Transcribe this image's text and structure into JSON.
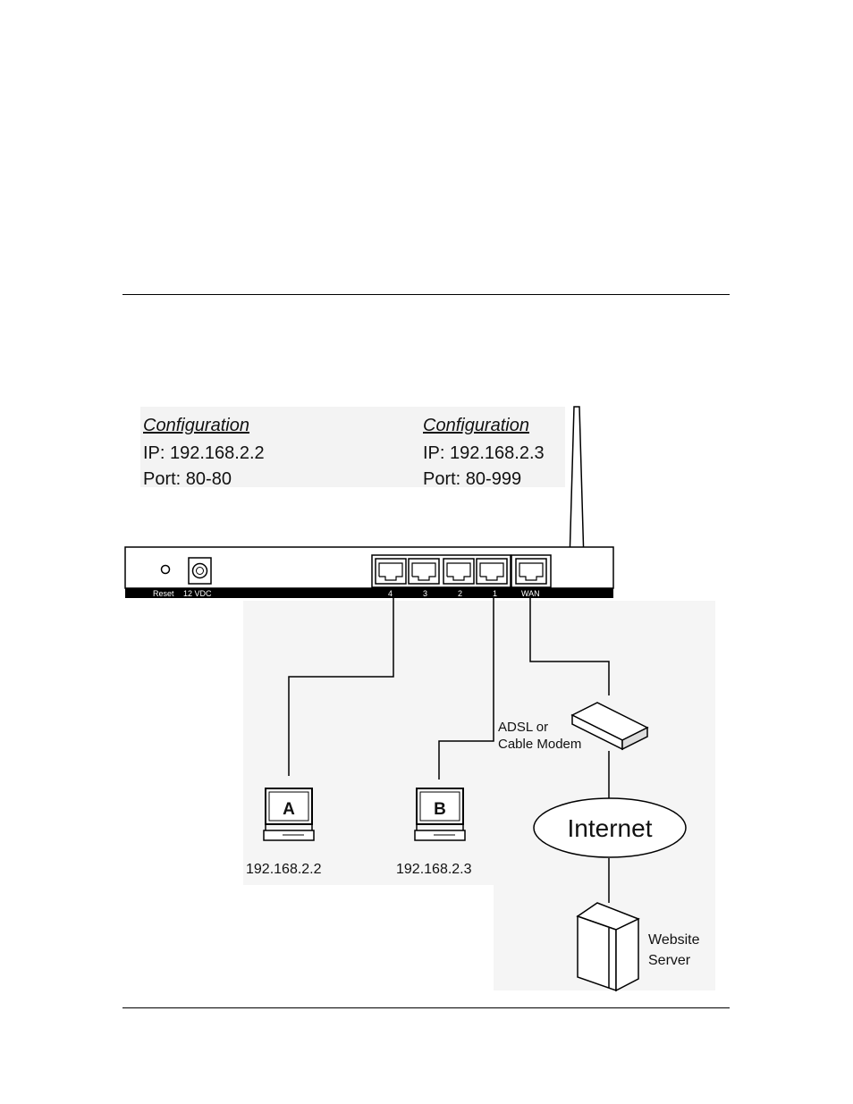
{
  "config_a": {
    "title": "Configuration",
    "ip": "IP: 192.168.2.2",
    "port": "Port: 80-80"
  },
  "config_b": {
    "title": "Configuration",
    "ip": "IP: 192.168.2.3",
    "port": "Port: 80-999"
  },
  "router": {
    "reset_label": "Reset",
    "power_label": "12 VDC",
    "ports": [
      "4",
      "3",
      "2",
      "1"
    ],
    "wan_label": "WAN"
  },
  "pc_a": {
    "letter": "A",
    "ip": "192.168.2.2"
  },
  "pc_b": {
    "letter": "B",
    "ip": "192.168.2.3"
  },
  "modem": {
    "label_line1": "ADSL or",
    "label_line2": "Cable Modem"
  },
  "internet": {
    "label": "Internet"
  },
  "server": {
    "label_line1": "Website",
    "label_line2": "Server"
  }
}
